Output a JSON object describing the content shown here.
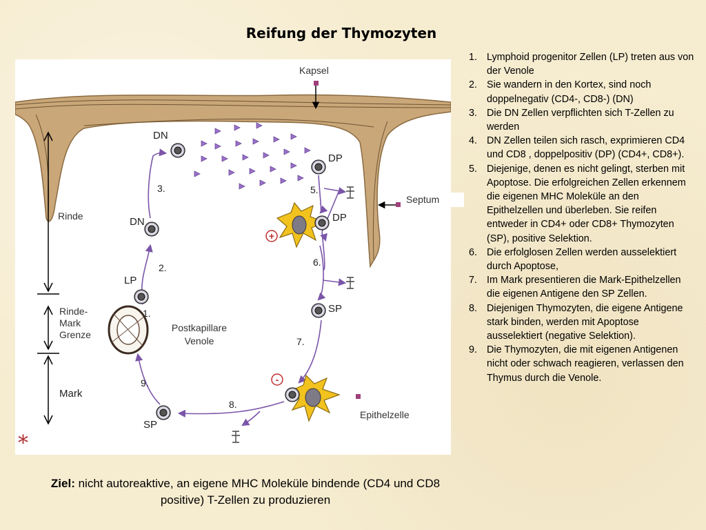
{
  "title": "Reifung der Thymozyten",
  "labels": {
    "kapsel": "Kapsel",
    "septum": "Septum",
    "rinde": "Rinde",
    "grenze": [
      "Rinde-",
      "Mark",
      "Grenze"
    ],
    "mark": "Mark",
    "venole": [
      "Postkapillare",
      "Venole"
    ],
    "epithelzelle": "Epithelzelle"
  },
  "cells": {
    "dn_top": "DN",
    "dn_mid": "DN",
    "lp": "LP",
    "dp_top": "DP",
    "dp_mid": "DP",
    "sp_right": "SP",
    "sp_bottom": "SP"
  },
  "step_numbers": {
    "s1": "1.",
    "s2": "2.",
    "s3": "3.",
    "s5": "5.",
    "s6": "6.",
    "s7": "7.",
    "s8": "8.",
    "s9": "9."
  },
  "signs": {
    "plus": "+",
    "minus": "-"
  },
  "star": "*",
  "steps": [
    "Lymphoid progenitor Zellen (LP) treten aus von der Venole",
    "Sie wandern in den Kortex, sind noch doppelnegativ (CD4-, CD8-) (DN)",
    "Die DN Zellen verpflichten sich T-Zellen zu werden",
    "DN Zellen teilen sich rasch, exprimieren CD4 und CD8 , doppelpositiv (DP) (CD4+, CD8+).",
    "Diejenige, denen es nicht gelingt, sterben mit Apoptose. Die erfolgreichen Zellen erkennem die eigenen MHC Moleküle an den Epithelzellen und überleben. Sie reifen entweder in CD4+ oder CD8+ Thymozyten (SP), positive Selektion.",
    "Die erfolglosen Zellen werden ausselektiert durch Apoptose,",
    "Im Mark presentieren die Mark-Epithelzellen die eigenen Antigene den SP Zellen.",
    "Diejenigen Thymozyten, die eigene Antigene stark binden, werden mit Apoptose ausselektiert (negative Selektion).",
    "Die Thymozyten, die mit eigenen Antigenen nicht oder schwach reagieren, verlassen den Thymus durch die Venole."
  ],
  "goal": {
    "bold": "Ziel:",
    "text": " nicht autoreaktive, an eigene MHC Moleküle bindende (CD4 und CD8 positive) T-Zellen zu produzieren"
  },
  "colors": {
    "arrow": "#7a55a8",
    "capsule": "#a8865a",
    "epithel": "#f2c21e",
    "marker": "#a0407a"
  }
}
